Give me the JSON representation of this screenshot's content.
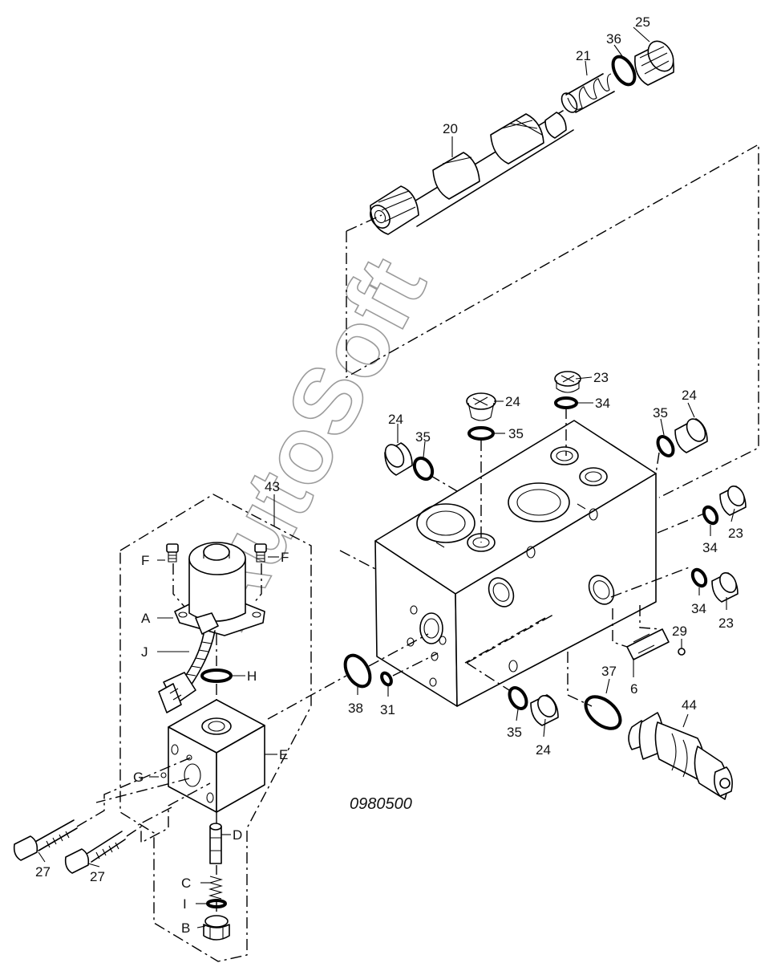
{
  "drawing_code": "0980500",
  "watermark": "AutoSoft",
  "labels": {
    "p25": "25",
    "p36": "36",
    "p21": "21",
    "p20": "20",
    "p23a": "23",
    "p34a": "34",
    "p24a": "24",
    "p35a": "35",
    "p24b": "24",
    "p35b": "35",
    "p24c": "24",
    "p35c": "35",
    "p23b": "23",
    "p34b": "34",
    "p34c": "34",
    "p23c": "23",
    "p29": "29",
    "p6": "6",
    "p37": "37",
    "p44": "44",
    "p35d": "35",
    "p24d": "24",
    "p38": "38",
    "p31": "31",
    "p43": "43",
    "pF1": "F",
    "pF2": "F",
    "pA": "A",
    "pJ": "J",
    "pH": "H",
    "pE": "E",
    "pG": "G",
    "pD": "D",
    "pC": "C",
    "pI": "I",
    "pB": "B",
    "p27a": "27",
    "p27b": "27"
  }
}
